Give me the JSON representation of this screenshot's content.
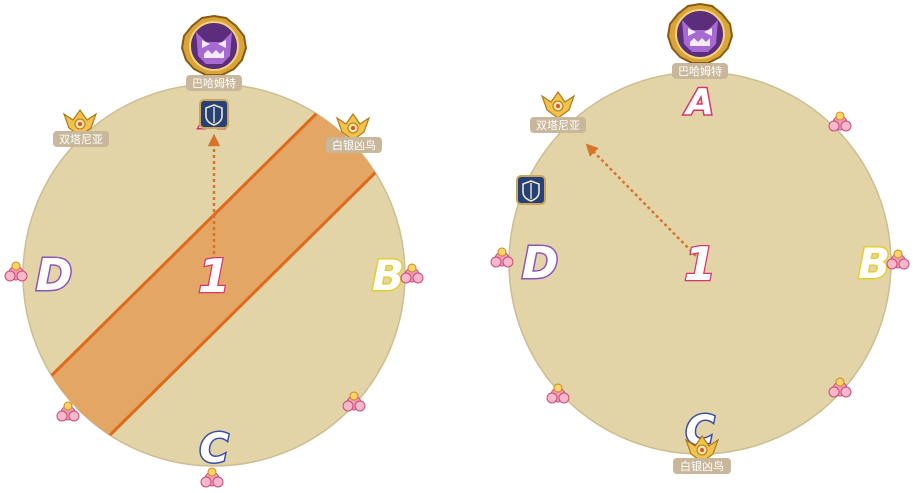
{
  "colors": {
    "arena_fill": "#e3d4a8",
    "arena_edge": "#cdbd92",
    "aoe_fill": "#e49d58",
    "aoe_edge": "#e06a1a",
    "path": "#d9732a",
    "label_bg": "#c8b79a",
    "marker_a": "#d6366b",
    "marker_b": "#e2cf2e",
    "marker_c": "#3a4ea8",
    "marker_d": "#8c56b4",
    "waymark_1": "#d6366b",
    "boss": "#7e3fa6",
    "tank": "#2f4d8e",
    "pink_mob": "#e06a90"
  },
  "icons": {
    "boss": "purple-boss-icon",
    "tank": "tank-shield-icon",
    "add": "bird-add-icon",
    "orb": "pink-flower-orb-icon"
  },
  "left_panel": {
    "boss_label": "巴哈姆特",
    "add_left_label": "双塔尼亚",
    "add_right_label": "白银凶鸟",
    "waymarks": {
      "a": "A",
      "b": "B",
      "c": "C",
      "d": "D",
      "one": "1"
    }
  },
  "right_panel": {
    "boss_label": "巴哈姆特",
    "add_left_label": "双塔尼亚",
    "add_bottom_label": "白银凶鸟",
    "waymarks": {
      "a": "A",
      "b": "B",
      "c": "C",
      "d": "D",
      "one": "1"
    }
  }
}
